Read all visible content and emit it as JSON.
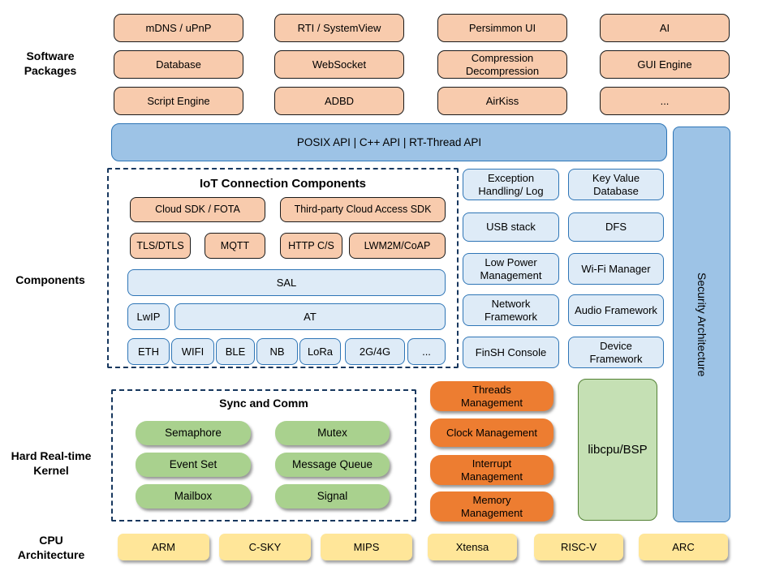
{
  "colors": {
    "package_fill": "#F8CBAD",
    "package_border": "#1a1a1a",
    "api_fill": "#9DC3E6",
    "component_fill": "#DEEBF7",
    "blue_border": "#2E75B6",
    "sync_fill": "#A9D18E",
    "mgmt_fill": "#ED7D31",
    "libcpu_fill": "#C5E0B4",
    "libcpu_border": "#538135",
    "cpu_fill": "#FFE699",
    "dash_border": "#17375E"
  },
  "section_labels": {
    "software_packages": "Software Packages",
    "components": "Components",
    "kernel": "Hard Real-time Kernel",
    "cpu": "CPU Architecture"
  },
  "software_packages": {
    "rows": [
      [
        "mDNS / uPnP",
        "RTI / SystemView",
        "Persimmon UI",
        "AI"
      ],
      [
        "Database",
        "WebSocket",
        "Compression Decompression",
        "GUI Engine"
      ],
      [
        "Script Engine",
        "ADBD",
        "AirKiss",
        "..."
      ]
    ]
  },
  "api_bar": {
    "label": "POSIX API | C++ API | RT-Thread API"
  },
  "security": {
    "label": "Security Architecture"
  },
  "iot": {
    "title": "IoT Connection Components",
    "row1": [
      "Cloud SDK / FOTA",
      "Third-party Cloud Access SDK"
    ],
    "row2": [
      "TLS/DTLS",
      "MQTT",
      "HTTP C/S",
      "LWM2M/CoAP"
    ],
    "sal": "SAL",
    "lwip": "LwIP",
    "at": "AT",
    "netifs": [
      "ETH",
      "WIFI",
      "BLE",
      "NB",
      "LoRa",
      "2G/4G",
      "..."
    ]
  },
  "os_components": {
    "items": [
      "Exception Handling/ Log",
      "Key Value Database",
      "USB stack",
      "DFS",
      "Low Power Management",
      "Wi-Fi Manager",
      "Network Framework",
      "Audio Framework",
      "FinSH Console",
      "Device Framework"
    ]
  },
  "kernel": {
    "sync_title": "Sync and Comm",
    "sync_items": [
      "Semaphore",
      "Mutex",
      "Event Set",
      "Message Queue",
      "Mailbox",
      "Signal"
    ],
    "mgmt_items": [
      "Threads Management",
      "Clock Management",
      "Interrupt Management",
      "Memory Management"
    ],
    "libcpu": "libcpu/BSP"
  },
  "cpu": {
    "items": [
      "ARM",
      "C-SKY",
      "MIPS",
      "Xtensa",
      "RISC-V",
      "ARC"
    ]
  }
}
